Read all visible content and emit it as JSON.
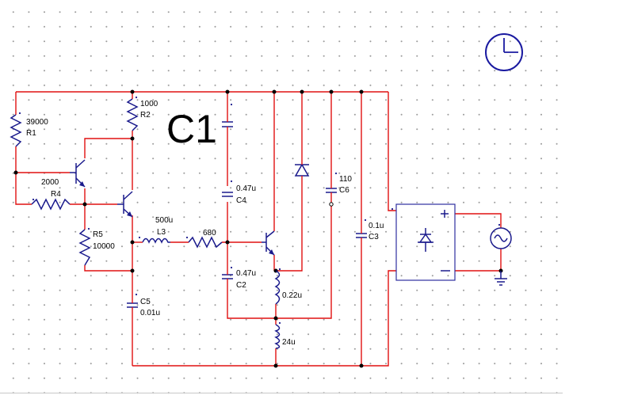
{
  "title": "C1",
  "components": {
    "r1": {
      "value": "39000",
      "ref": "R1"
    },
    "r2": {
      "value": "1000",
      "ref": "R2"
    },
    "r4": {
      "value": "2000",
      "ref": "R4"
    },
    "r5": {
      "value": "10000",
      "ref": "R5",
      "ref_label": "R5"
    },
    "l3": {
      "value": "500u",
      "ref": "L3"
    },
    "r_680": {
      "value": "680"
    },
    "c4": {
      "value": "0.47u",
      "ref": "C4"
    },
    "c2": {
      "value": "0.47u",
      "ref": "C2"
    },
    "c5": {
      "value": "0.01u",
      "ref": "C5"
    },
    "c6": {
      "value": "110",
      "ref": "C6"
    },
    "c3": {
      "value": "0.1u",
      "ref": "C3"
    },
    "l_022": {
      "value": "0.22u"
    },
    "l_24": {
      "value": "24u"
    }
  },
  "icons": {
    "clock": "clock-icon",
    "ac_source": "ac-source-icon",
    "ground": "ground-icon",
    "diode": "diode-icon",
    "rectifier": "bridge-rectifier-icon"
  },
  "colors": {
    "wire": "#e01010",
    "component": "#1a1a8c",
    "grid": "#9a9a9a"
  }
}
